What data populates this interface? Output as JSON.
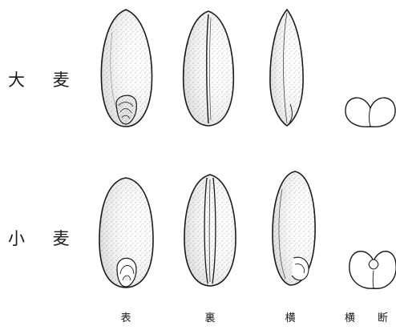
{
  "figure": {
    "rows": [
      {
        "label": "大 麦"
      },
      {
        "label": "小 麦"
      }
    ],
    "columns": [
      {
        "label": "表"
      },
      {
        "label": "裏"
      },
      {
        "label": "横"
      },
      {
        "label": "横 断"
      }
    ]
  },
  "colors": {
    "ink": "#1a1a1a",
    "stipple": "#555555",
    "background": "#ffffff"
  }
}
